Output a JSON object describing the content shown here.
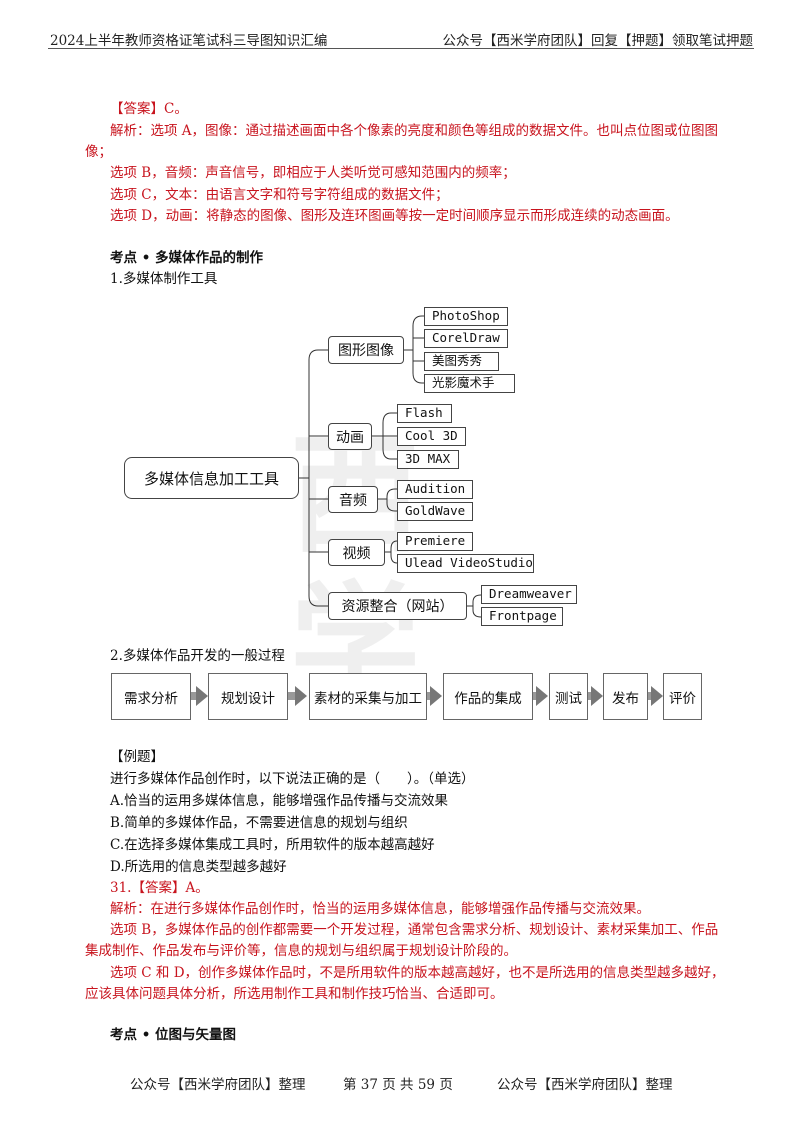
{
  "header": {
    "left": "2024上半年教师资格证笔试科三导图知识汇编",
    "right": "公众号【西米学府团队】回复【押题】领取笔试押题"
  },
  "answer_block": {
    "answer": "【答案】C。",
    "lines": [
      "解析：选项 A，图像：通过描述画面中各个像素的亮度和颜色等组成的数据文件。也叫点位图或位图图",
      "像；",
      "选项 B，音频：声音信号，即相应于人类听觉可感知范围内的频率；",
      "选项 C，文本：由语言文字和符号字符组成的数据文件；",
      "选项 D，动画：将静态的图像、图形及连环图画等按一定时间顺序显示而形成连续的动态画面。"
    ]
  },
  "section1": {
    "heading": "考点 • 多媒体作品的制作",
    "sub1": "1.多媒体制作工具",
    "sub2": "2.多媒体作品开发的一般过程"
  },
  "mindmap": {
    "root": "多媒体信息加工工具",
    "cat_image": "图形图像",
    "cat_anim": "动画",
    "cat_audio": "音频",
    "cat_video": "视频",
    "cat_web": "资源整合（网站）",
    "image_items": [
      "PhotoShop",
      "CorelDraw",
      "美图秀秀",
      "光影魔术手"
    ],
    "anim_items": [
      "Flash",
      "Cool 3D",
      "3D MAX"
    ],
    "audio_items": [
      "Audition",
      "GoldWave"
    ],
    "video_items": [
      "Premiere",
      "Ulead VideoStudio"
    ],
    "web_items": [
      "Dreamweaver",
      "Frontpage"
    ]
  },
  "process": [
    "需求分析",
    "规划设计",
    "素材的采集与加工",
    "作品的集成",
    "测试",
    "发布",
    "评价"
  ],
  "example": {
    "label": "【例题】",
    "question": "进行多媒体作品创作时，以下说法正确的是（　　）。（单选）",
    "options": [
      "A.恰当的运用多媒体信息，能够增强作品传播与交流效果",
      "B.简单的多媒体作品，不需要进信息的规划与组织",
      "C.在选择多媒体集成工具时，所用软件的版本越高越好",
      "D.所选用的信息类型越多越好"
    ],
    "answer": "31.【答案】A。",
    "analysis": [
      "解析：在进行多媒体作品创作时，恰当的运用多媒体信息，能够增强作品传播与交流效果。",
      "选项 B，多媒体作品的创作都需要一个开发过程，通常包含需求分析、规划设计、素材采集加工、作品",
      "集成制作、作品发布与评价等，信息的规划与组织属于规划设计阶段的。",
      "选项 C 和 D，创作多媒体作品时，不是所用软件的版本越高越好，也不是所选用的信息类型越多越好，",
      "应该具体问题具体分析，所选用制作工具和制作技巧恰当、合适即可。"
    ]
  },
  "section2": {
    "heading": "考点 • 位图与矢量图"
  },
  "footer": {
    "left": "公众号【西米学府团队】整理",
    "center": "第 37 页 共 59 页",
    "right": "公众号【西米学府团队】整理"
  },
  "colors": {
    "answer_red": "#c8141e",
    "text": "#111111"
  }
}
